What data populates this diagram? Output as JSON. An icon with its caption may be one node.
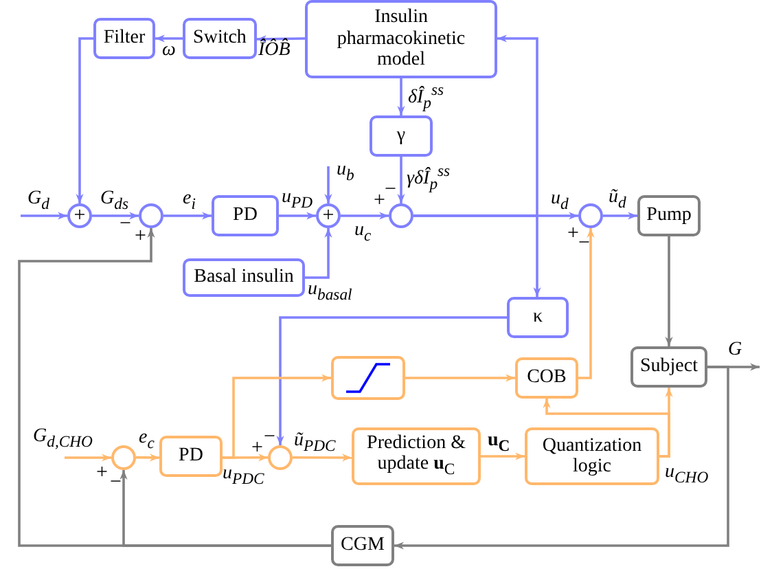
{
  "diagram": {
    "nodes": [
      {
        "text": [
          "Insulin pharmacokinetic model"
        ]
      },
      {
        "text": [
          "Switch"
        ]
      },
      {
        "text": [
          "Filter"
        ]
      },
      {
        "text": [
          "γ"
        ]
      },
      {
        "text": [
          "+"
        ]
      },
      {
        "text": [],
        "shape": "circle"
      },
      {
        "text": [
          "PD"
        ]
      },
      {
        "text": [
          "+"
        ]
      },
      {
        "text": [
          "Basal insulin"
        ]
      },
      {
        "text": [],
        "shape": "circle"
      },
      {
        "text": [],
        "shape": "circle"
      },
      {
        "text": [
          "Pump"
        ]
      },
      {
        "text": [
          "κ"
        ]
      },
      {
        "text": [],
        "shape": "box"
      },
      {
        "text": [
          "COB"
        ]
      },
      {
        "text": [
          "Subject"
        ]
      },
      {
        "text": [],
        "shape": "circle"
      },
      {
        "text": [
          "PD"
        ]
      },
      {
        "text": [],
        "shape": "circle"
      },
      {
        "text": [
          "Prediction & update **u**$_{C}$"
        ]
      },
      {
        "text": [
          "Quantization logic"
        ]
      },
      {
        "text": [
          "CGM"
        ]
      }
    ],
    "edges": [
      {
        "from": 0,
        "to": 1,
        "arrow": "to",
        "label": "ÎÔB̂"
      },
      {
        "from": 1,
        "to": 2,
        "arrow": "to",
        "label": "ω"
      },
      {
        "from": 2,
        "to": 4,
        "arrow": "to"
      },
      {
        "from": null,
        "to": 4,
        "arrow": "to",
        "label": "G$_{d}$"
      },
      {
        "from": 4,
        "to": 5,
        "arrow": "to",
        "label": "G$_{ds}$"
      },
      {
        "from": 5,
        "to": 6,
        "arrow": "to",
        "label": "e$_{i}$"
      },
      {
        "from": 6,
        "to": 7,
        "arrow": "to",
        "label": "u$_{PD}$"
      },
      {
        "from": null,
        "to": 7,
        "arrow": "to",
        "label": "u$_{b}$"
      },
      {
        "from": 8,
        "to": 7,
        "arrow": "to",
        "label": "u$_{basal}$"
      },
      {
        "from": 7,
        "to": 9,
        "arrow": "to",
        "label": "u$_{c}$"
      },
      {
        "from": 0,
        "to": 3,
        "arrow": "to",
        "label": "δÎ$_{p}$$^{ss}$"
      },
      {
        "from": 3,
        "to": 9,
        "arrow": "to",
        "label": "γδÎ$_{p}$$^{ss}$"
      },
      {
        "from": 9,
        "to": 10,
        "arrow": "to",
        "label": "u$_{d}$"
      },
      {
        "from": 10,
        "to": 11,
        "arrow": "to",
        "label": "ũ$_{d}$"
      },
      {
        "from": 11,
        "to": 15,
        "arrow": "to",
        "color": "#808080"
      },
      {
        "from": 15,
        "to": null,
        "arrow": "to",
        "label": "G",
        "color": "#808080"
      },
      {
        "from": 15,
        "to": 21,
        "arrow": "to",
        "color": "#808080"
      },
      {
        "from": 21,
        "to": 5,
        "arrow": "to",
        "color": "#808080"
      },
      {
        "from": 21,
        "to": 16,
        "arrow": "to",
        "color": "#808080"
      },
      {
        "from": 9,
        "to": 0,
        "arrow": "to"
      },
      {
        "from": 9,
        "to": 12,
        "arrow": "to"
      },
      {
        "from": 12,
        "to": 18,
        "arrow": "to"
      },
      {
        "from": null,
        "to": 16,
        "arrow": "to",
        "label": "G$_{d,CHO}$",
        "color": "#ffb86c"
      },
      {
        "from": 16,
        "to": 17,
        "arrow": "to",
        "label": "e$_{c}$",
        "color": "#ffb86c"
      },
      {
        "from": 17,
        "to": 18,
        "arrow": "to",
        "label": "u$_{PDC}$",
        "color": "#ffb86c"
      },
      {
        "from": 17,
        "to": 13,
        "arrow": "to",
        "color": "#ffb86c"
      },
      {
        "from": 18,
        "to": 19,
        "arrow": "to",
        "label": "ũ$_{PDC}$",
        "color": "#ffb86c"
      },
      {
        "from": 13,
        "to": 14,
        "arrow": "to",
        "color": "#ffb86c"
      },
      {
        "from": 14,
        "to": 10,
        "arrow": "to",
        "color": "#ffb86c"
      },
      {
        "from": 19,
        "to": 20,
        "arrow": "to",
        "label": "u$_{C}$",
        "color": "#ffb86c"
      },
      {
        "from": 20,
        "to": 15,
        "arrow": "to",
        "label": "u$_{CHO}$",
        "color": "#ffb86c"
      },
      {
        "from": 20,
        "to": 14,
        "arrow": "to",
        "color": "#ffb86c"
      }
    ],
    "labels": [
      "−",
      "+",
      "−",
      "+",
      "+",
      "−",
      "−",
      "+",
      "+",
      "−"
    ]
  }
}
